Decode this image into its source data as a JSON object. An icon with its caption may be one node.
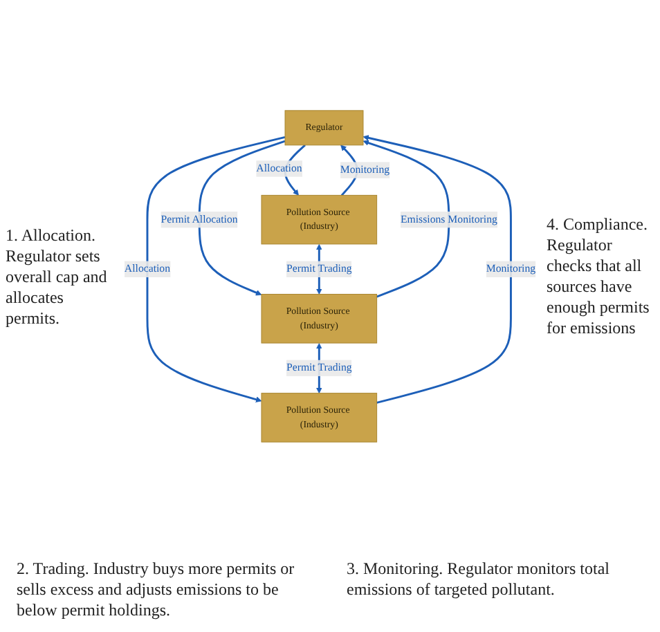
{
  "diagram": {
    "nodes": [
      {
        "text": [
          "Regulator"
        ]
      },
      {
        "text": [
          "Pollution Source (Industry)"
        ]
      },
      {
        "text": [
          "Pollution Source (Industry)"
        ]
      },
      {
        "text": [
          "Pollution Source (Industry)"
        ]
      }
    ],
    "edges": [
      {
        "from": 0,
        "to": 1,
        "arrow": "to",
        "label": "Allocation"
      },
      {
        "from": 1,
        "to": 0,
        "arrow": "to",
        "label": "Monitoring"
      },
      {
        "from": 0,
        "to": 2,
        "arrow": "to",
        "label": "Permit Allocation"
      },
      {
        "from": 2,
        "to": 0,
        "arrow": "to",
        "label": "Emissions Monitoring"
      },
      {
        "from": 3,
        "to": 0,
        "arrow": "to",
        "label": "Monitoring"
      },
      {
        "from": 0,
        "to": 3,
        "arrow": "to",
        "label": "Allocation"
      },
      {
        "from": 1,
        "to": 2,
        "arrow": "both",
        "label": "Permit Trading"
      },
      {
        "from": 2,
        "to": 3,
        "arrow": "both",
        "label": "Permit Trading"
      }
    ],
    "labels": [
      "1. Allocation. Regulator sets overall cap and allocates permits.",
      "4. Compliance. Regulator checks that all sources have enough permits for emissions",
      "2. Trading. Industry buys more permits or sells excess and adjusts emissions to be below permit holdings.",
      "3. Monitoring. Regulator monitors total emissions of targeted pollutant."
    ]
  }
}
